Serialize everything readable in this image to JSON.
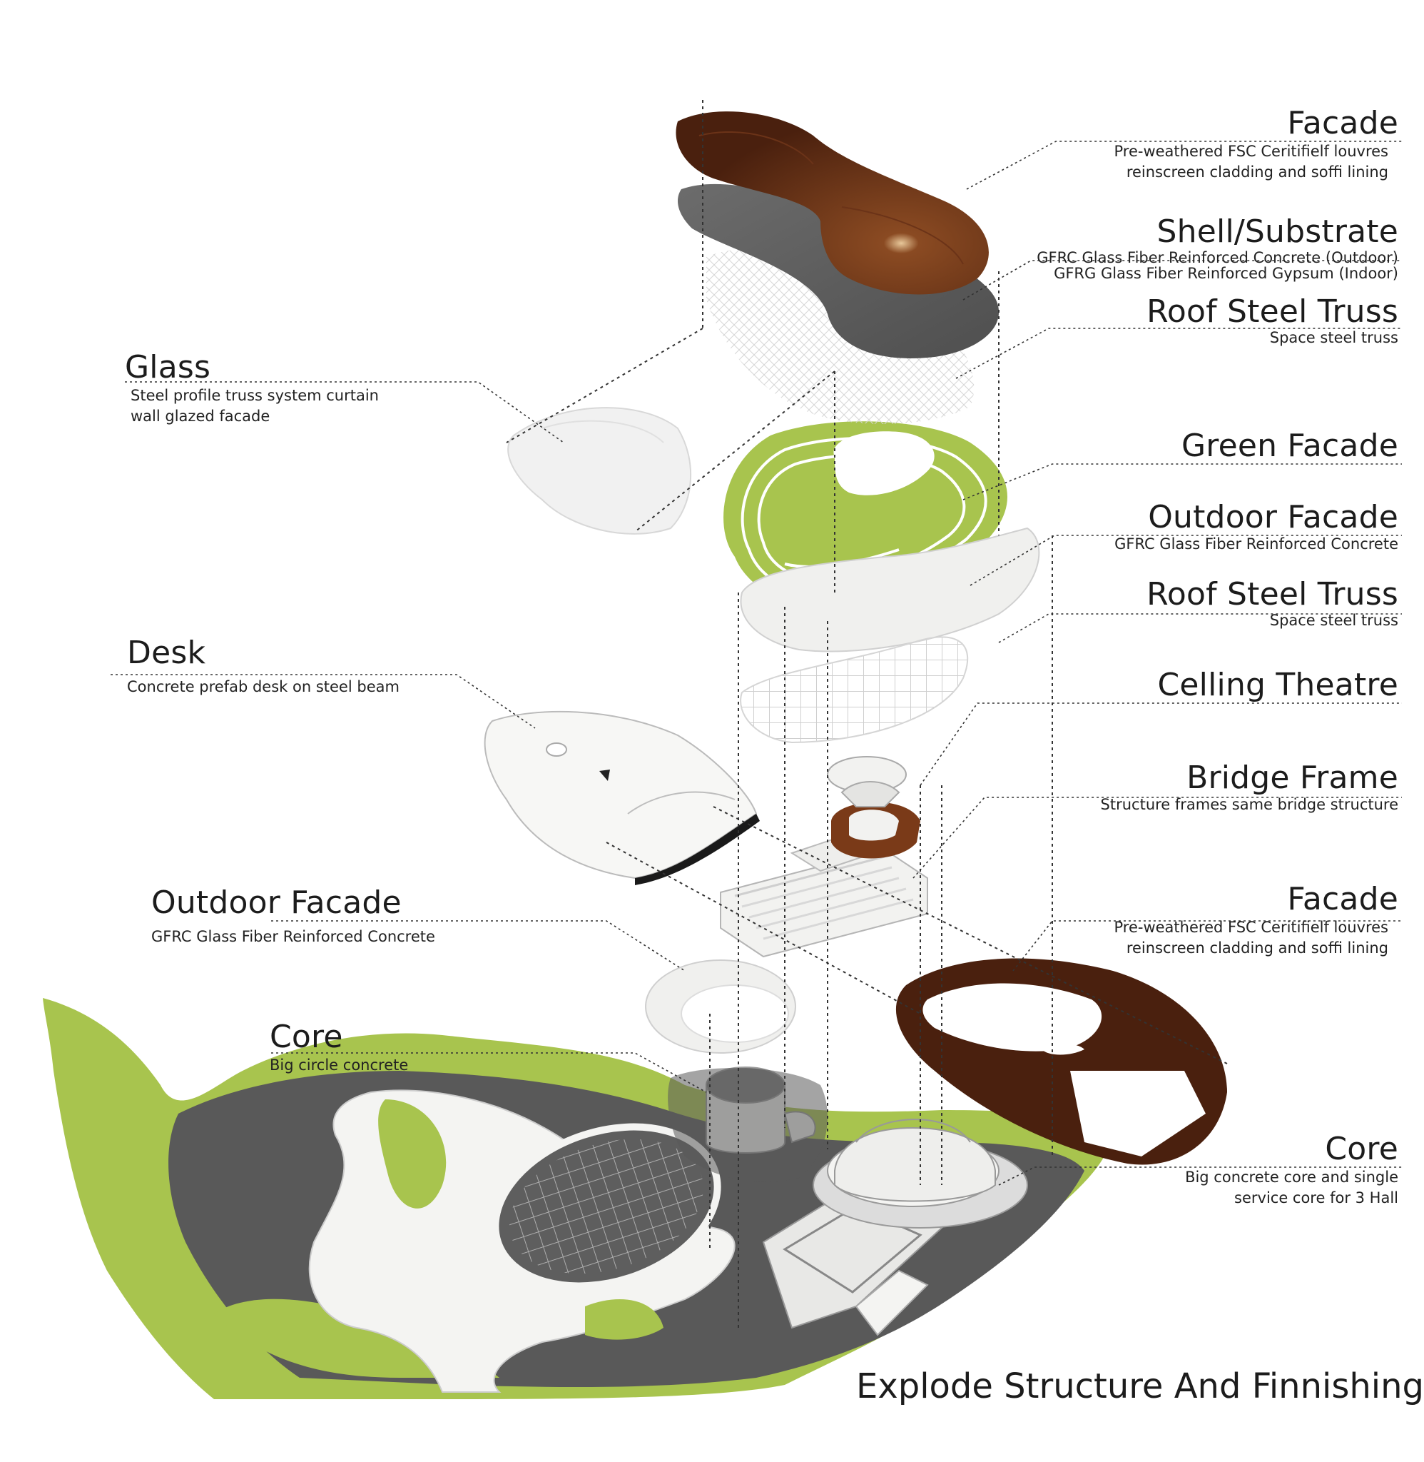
{
  "title": "Explode Structure And Finnishing",
  "colors": {
    "wood_brown": "#5a2a14",
    "green": "#a8c44e",
    "dark_gray": "#585858",
    "white_model": "#f2f2f2",
    "leader_line": "#333333"
  },
  "labels_right": [
    {
      "title": "Facade",
      "sub": [
        "Pre-weathered FSC Ceritifielf louvres",
        "reinscreen cladding and soffi lining"
      ]
    },
    {
      "title": "Shell/Substrate",
      "sub": [
        "GFRC Glass Fiber Reinforced Concrete (Outdoor)",
        "GFRG Glass Fiber Reinforced Gypsum (Indoor)"
      ]
    },
    {
      "title": "Roof Steel Truss",
      "sub": [
        "Space steel truss"
      ]
    },
    {
      "title": "Green Facade",
      "sub": []
    },
    {
      "title": "Outdoor Facade",
      "sub": [
        "GFRC Glass Fiber Reinforced Concrete"
      ]
    },
    {
      "title": "Roof Steel Truss",
      "sub": [
        "Space steel truss"
      ]
    },
    {
      "title": "Celling Theatre",
      "sub": []
    },
    {
      "title": "Bridge Frame",
      "sub": [
        "Structure frames same bridge structure"
      ]
    },
    {
      "title": "Facade",
      "sub": [
        "Pre-weathered FSC Ceritifielf louvres",
        "reinscreen cladding and soffi lining"
      ]
    },
    {
      "title": "Core",
      "sub": [
        "Big concrete core and single",
        "service core for 3 Hall"
      ]
    }
  ],
  "labels_left": [
    {
      "title": "Glass",
      "sub": [
        "Steel profile truss system curtain",
        "wall glazed facade"
      ]
    },
    {
      "title": "Desk",
      "sub": [
        "Concrete prefab desk on steel beam"
      ]
    },
    {
      "title": "Outdoor Facade",
      "sub": [
        "GFRC Glass Fiber Reinforced Concrete"
      ]
    },
    {
      "title": "Core",
      "sub": [
        "Big circle concrete"
      ]
    }
  ]
}
